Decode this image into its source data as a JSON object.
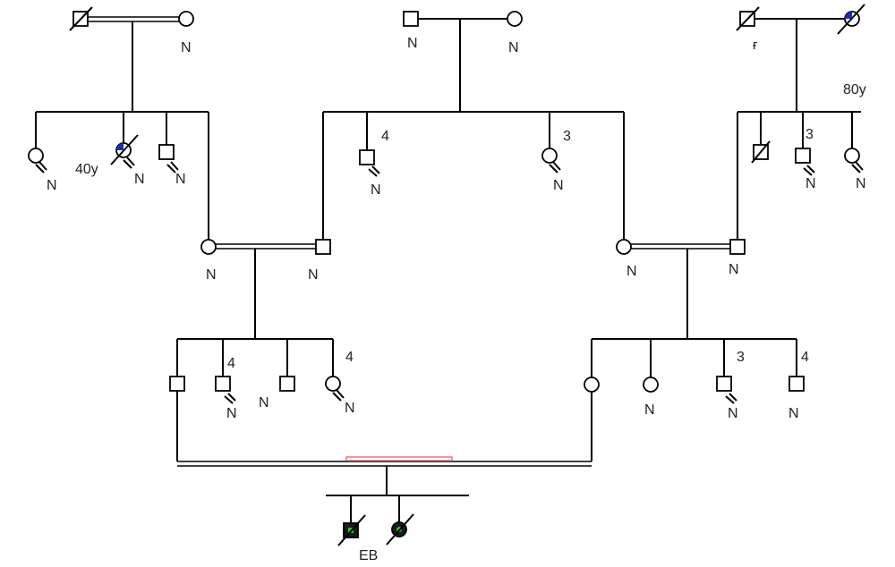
{
  "labels": {
    "normal": "N",
    "count_4": "4",
    "count_3": "3",
    "age_40y": "40y",
    "age_80y": "80y",
    "unknown_mark": "ғ",
    "proband_label": "EB"
  },
  "colors": {
    "line": "#000000",
    "partial_fill": "#1f2fb5",
    "affected_fill": "#1a1a1a",
    "affected_core": "#28c428",
    "consanguinity_marker": "#d9707a"
  }
}
